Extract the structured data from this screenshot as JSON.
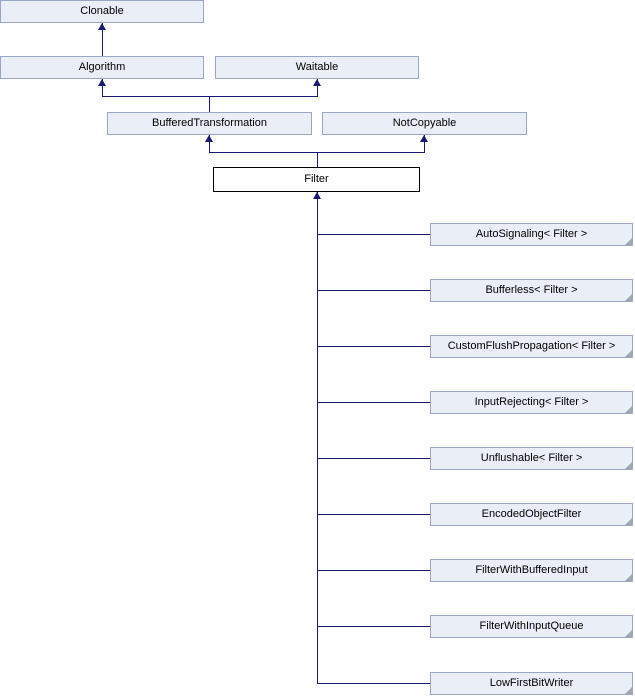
{
  "diagram": {
    "kind": "class-inheritance-graph",
    "nodes": {
      "clonable": {
        "label": "Clonable"
      },
      "algorithm": {
        "label": "Algorithm"
      },
      "waitable": {
        "label": "Waitable"
      },
      "buffered_transformation": {
        "label": "BufferedTransformation"
      },
      "not_copyable": {
        "label": "NotCopyable"
      },
      "filter": {
        "label": "Filter"
      }
    },
    "derived": [
      {
        "label": "AutoSignaling< Filter >"
      },
      {
        "label": "Bufferless< Filter >"
      },
      {
        "label": "CustomFlushPropagation< Filter >"
      },
      {
        "label": "InputRejecting< Filter >"
      },
      {
        "label": "Unflushable< Filter >"
      },
      {
        "label": "EncodedObjectFilter"
      },
      {
        "label": "FilterWithBufferedInput"
      },
      {
        "label": "FilterWithInputQueue"
      },
      {
        "label": "LowFirstBitWriter"
      }
    ],
    "relations": [
      {
        "child": "Algorithm",
        "parent": "Clonable"
      },
      {
        "child": "BufferedTransformation",
        "parent": "Algorithm"
      },
      {
        "child": "BufferedTransformation",
        "parent": "Waitable"
      },
      {
        "child": "Filter",
        "parent": "BufferedTransformation"
      },
      {
        "child": "Filter",
        "parent": "NotCopyable"
      },
      {
        "child": "AutoSignaling< Filter >",
        "parent": "Filter"
      },
      {
        "child": "Bufferless< Filter >",
        "parent": "Filter"
      },
      {
        "child": "CustomFlushPropagation< Filter >",
        "parent": "Filter"
      },
      {
        "child": "InputRejecting< Filter >",
        "parent": "Filter"
      },
      {
        "child": "Unflushable< Filter >",
        "parent": "Filter"
      },
      {
        "child": "EncodedObjectFilter",
        "parent": "Filter"
      },
      {
        "child": "FilterWithBufferedInput",
        "parent": "Filter"
      },
      {
        "child": "FilterWithInputQueue",
        "parent": "Filter"
      },
      {
        "child": "LowFirstBitWriter",
        "parent": "Filter"
      }
    ]
  },
  "colors": {
    "node-fill": "#e9eef7",
    "node-border": "#9aa6c6",
    "root-fill": "#ffffff",
    "root-border": "#000000",
    "edge": "#191970",
    "shadow": "#a0a6b4",
    "text": "#000000",
    "bg": "#ffffff"
  }
}
